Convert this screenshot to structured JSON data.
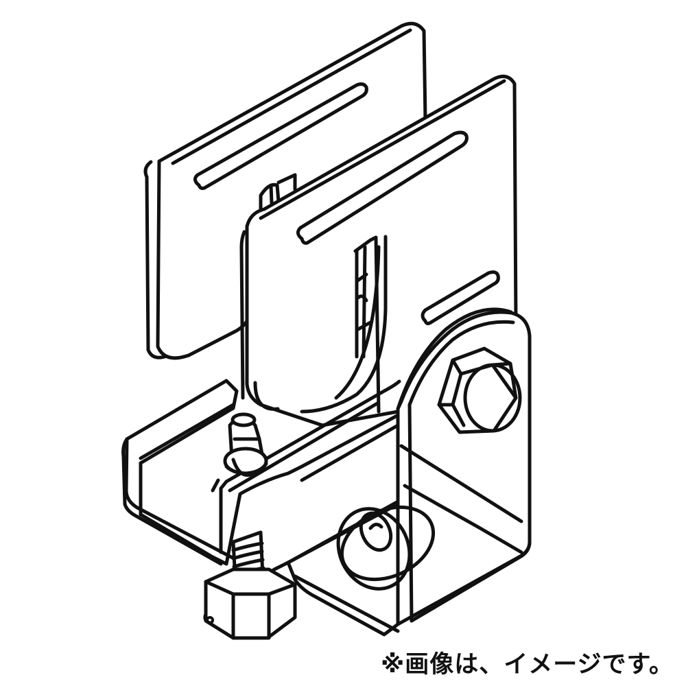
{
  "figure": {
    "subject": "beam clamp bracket (hanger fitting) line illustration",
    "style": "black line art on white background",
    "line_color": "#111111",
    "background_color": "#ffffff",
    "parts": [
      "rear-plate",
      "front-plate",
      "slot-holes",
      "u-channel-body",
      "hex-bolt",
      "side-tab",
      "threaded-stud",
      "hex-nut",
      "nut-washer",
      "bottom-threaded-hole"
    ]
  },
  "caption": {
    "text": "※画像は、イメージです。"
  }
}
